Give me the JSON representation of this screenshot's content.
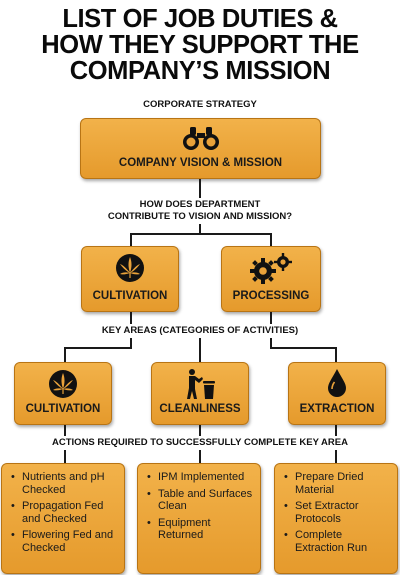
{
  "title": {
    "line1": "LIST OF JOB DUTIES &",
    "line2": "HOW THEY SUPPORT THE",
    "line3": "COMPANY’S MISSION"
  },
  "labels": {
    "corporate_strategy": "CORPORATE STRATEGY",
    "question_line1": "HOW DOES DEPARTMENT",
    "question_line2": "CONTRIBUTE TO VISION AND MISSION?",
    "key_areas": "KEY AREAS (CATEGORIES OF ACTIVITIES)",
    "actions": "ACTIONS REQUIRED TO SUCCESSFULLY COMPLETE KEY AREA"
  },
  "top_box": {
    "label": "COMPANY VISION & MISSION",
    "icon": "binoculars-icon"
  },
  "departments": [
    {
      "label": "CULTIVATION",
      "icon": "cannabis-leaf-icon"
    },
    {
      "label": "PROCESSING",
      "icon": "gears-icon"
    }
  ],
  "key_areas": [
    {
      "label": "CULTIVATION",
      "icon": "cannabis-leaf-icon"
    },
    {
      "label": "CLEANLINESS",
      "icon": "trash-can-icon"
    },
    {
      "label": "EXTRACTION",
      "icon": "oil-drop-icon"
    }
  ],
  "actions": [
    {
      "items": [
        "Nutrients and pH Checked",
        "Propagation Fed and Checked",
        "Flowering Fed and Checked"
      ]
    },
    {
      "items": [
        "IPM Implemented",
        "Table and Surfaces Clean",
        "Equipment Returned"
      ]
    },
    {
      "items": [
        "Prepare Dried Material",
        "Set Extractor Protocols",
        "Complete Extraction Run"
      ]
    }
  ],
  "colors": {
    "box": "#e9a23a",
    "box_border": "#b87414",
    "text": "#111111"
  }
}
